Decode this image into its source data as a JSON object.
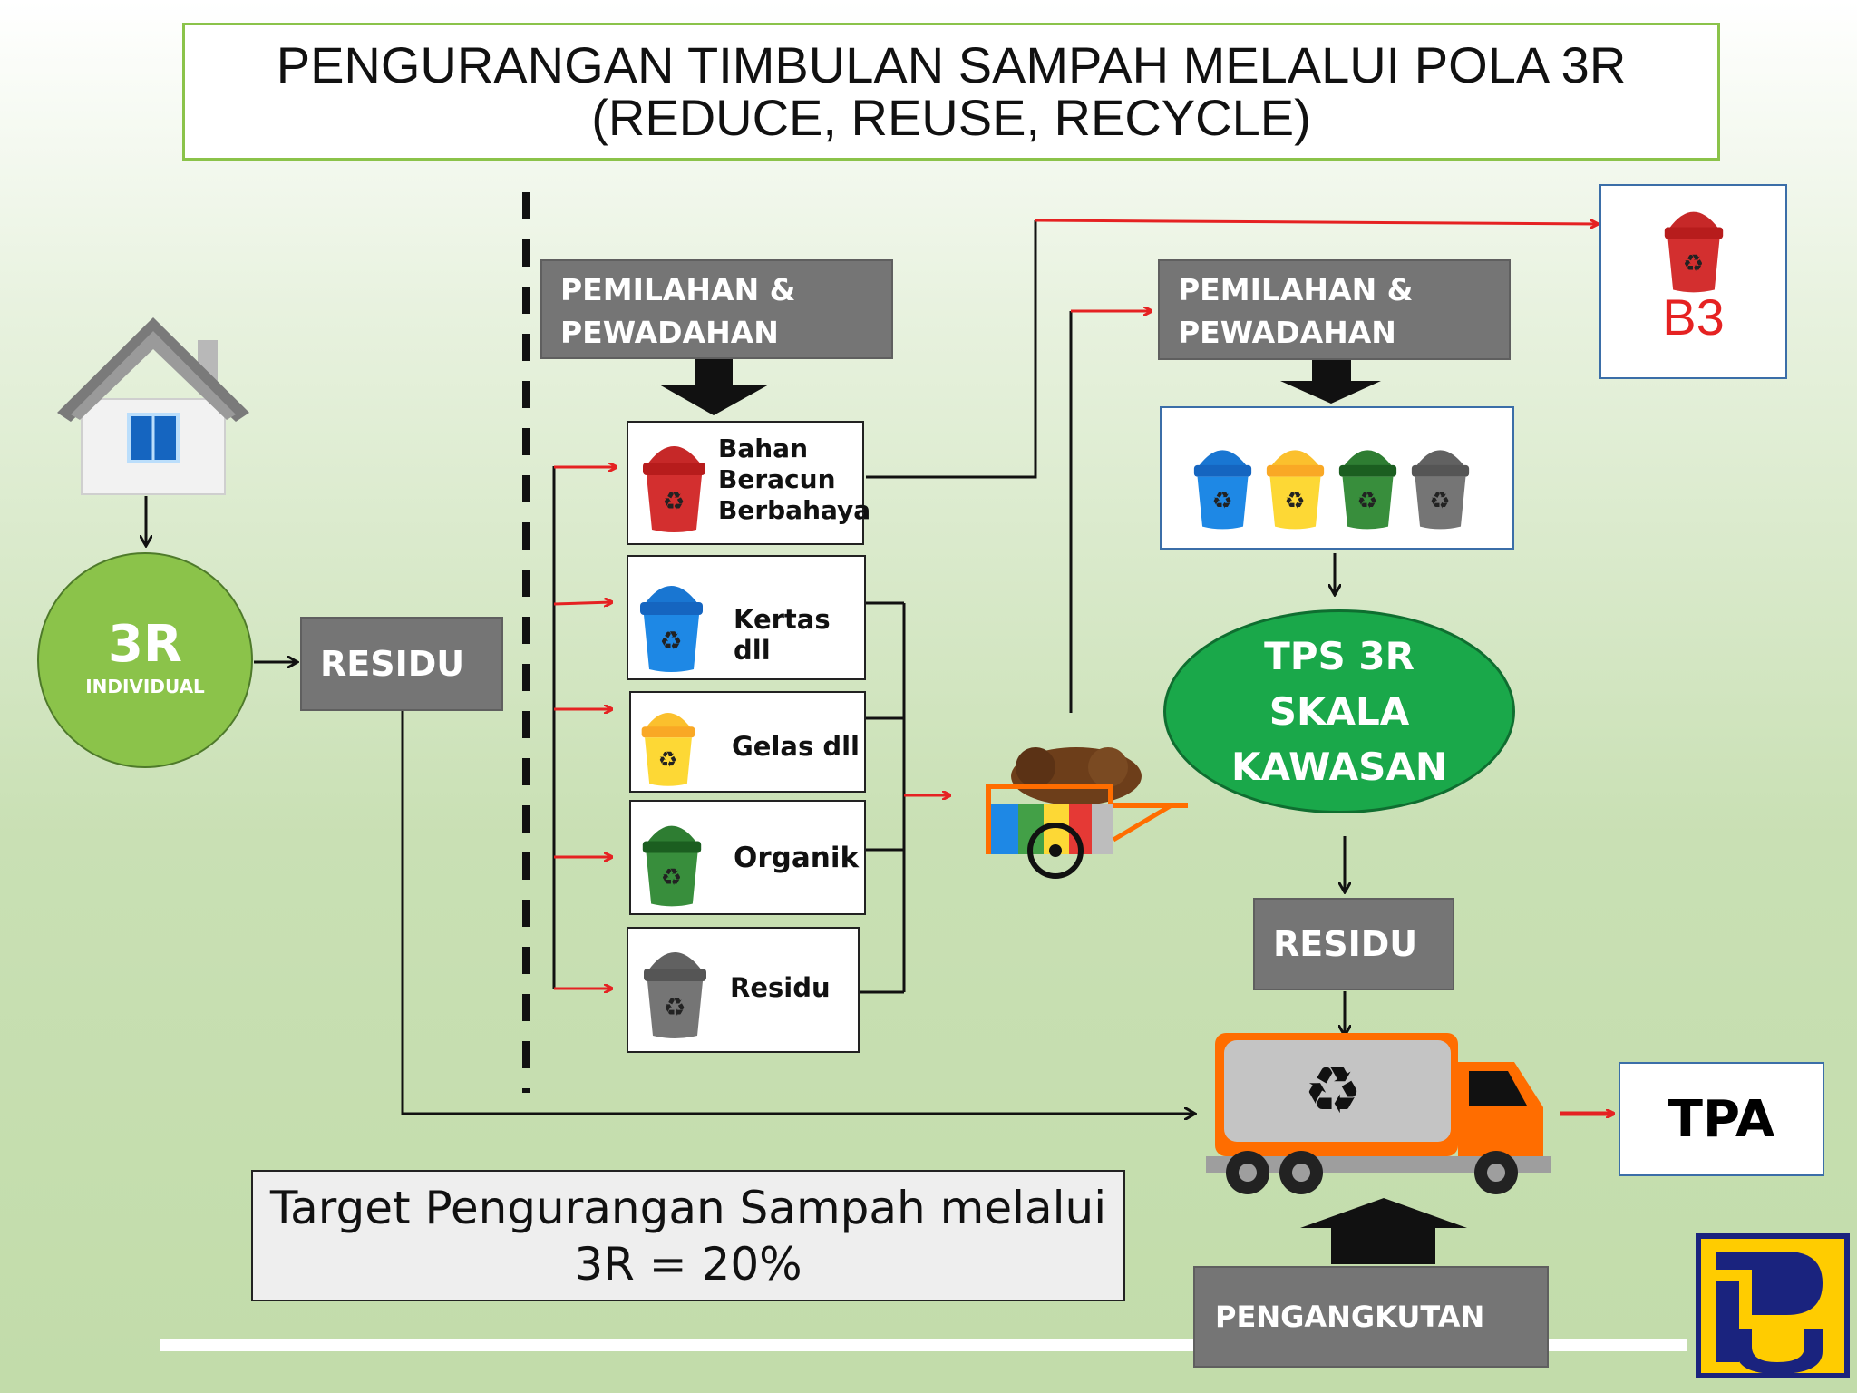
{
  "title": {
    "line1": "PENGURANGAN TIMBULAN SAMPAH MELALUI POLA 3R",
    "line2": "(REDUCE, REUSE, RECYCLE)"
  },
  "individual": {
    "circle_main": "3R",
    "circle_sub": "INDIVIDUAL",
    "residu_label": "RESIDU"
  },
  "sorting_left": {
    "header_line1": "PEMILAHAN &",
    "header_line2": "PEWADAHAN",
    "bins": [
      {
        "label_lines": [
          "Bahan",
          "Beracun",
          "Berbahaya"
        ],
        "color": "#d32f2f"
      },
      {
        "label": "Kertas dll",
        "color": "#1e88e5"
      },
      {
        "label": "Gelas dll",
        "color": "#fdd835"
      },
      {
        "label": "Organik",
        "color": "#2e7d32"
      },
      {
        "label": "Residu",
        "color": "#757575"
      }
    ]
  },
  "sorting_right": {
    "header_line1": "PEMILAHAN &",
    "header_line2": "PEWADAHAN",
    "bin_colors": [
      "#1e88e5",
      "#fdd835",
      "#2e7d32",
      "#757575"
    ]
  },
  "b3": {
    "label": "B3",
    "color": "#d32f2f"
  },
  "tps": {
    "line1": "TPS 3R",
    "line2": "SKALA",
    "line3": "KAWASAN"
  },
  "residu_right": "RESIDU",
  "tpa": "TPA",
  "transport": "PENGANGKUTAN",
  "target": {
    "line1": "Target Pengurangan Sampah melalui",
    "line2": "3R = 20%"
  },
  "colors": {
    "arrow_red": "#e52222",
    "green_accent": "#8bc34a",
    "tps_green": "#1aa84a"
  }
}
